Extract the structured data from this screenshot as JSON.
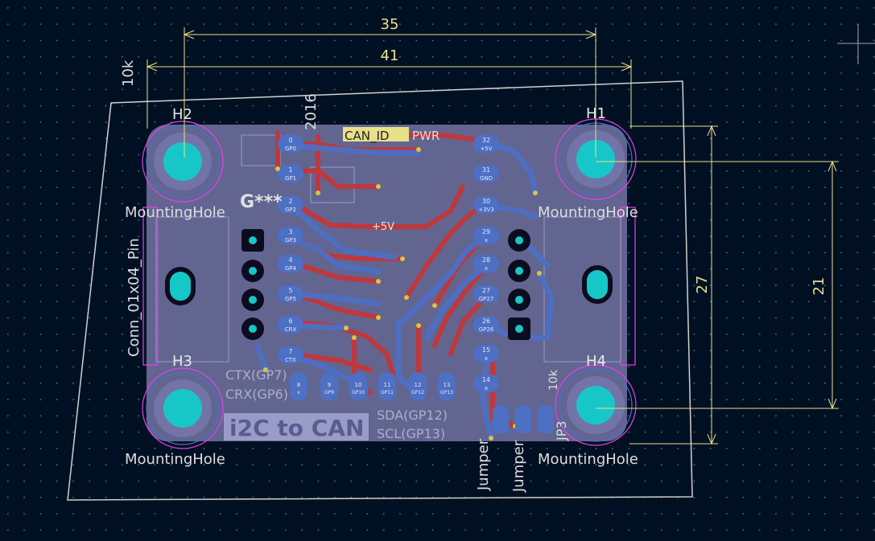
{
  "dimensions": {
    "top_inner": "35",
    "top_outer": "41",
    "right_outer": "27",
    "right_inner": "21"
  },
  "refdes": {
    "h1": "H1",
    "h2": "H2",
    "h3": "H3",
    "h4": "H4"
  },
  "footprint_values": {
    "mh_left_top": "MountingHole",
    "mh_right_top": "MountingHole",
    "mh_left_bottom": "MountingHole",
    "mh_right_bottom": "MountingHole",
    "connector": "Conn_01x04_Pin",
    "resistor_10k": "10k",
    "resistor_10k_b": "10k",
    "year": "2016",
    "jumper_a": "Jumper",
    "jumper_b": "Jumper",
    "jp": "JP3",
    "logo": "G***"
  },
  "silkscreen": {
    "title": "i2C to CAN",
    "top_label": "CAN_ID",
    "pwr_label": "PWR",
    "plus5v": "+5V",
    "ctx": "CTX(GP7)",
    "crx": "CRX(GP6)",
    "sda": "SDA(GP12)",
    "scl": "SCL(GP13)"
  },
  "pins_left": [
    {
      "num": "0",
      "name": "GP0"
    },
    {
      "num": "1",
      "name": "GP1"
    },
    {
      "num": "2",
      "name": "GP2"
    },
    {
      "num": "3",
      "name": "GP3"
    },
    {
      "num": "4",
      "name": "GP4"
    },
    {
      "num": "5",
      "name": "GP5"
    },
    {
      "num": "6",
      "name": "CRX"
    },
    {
      "num": "7",
      "name": "CTX"
    }
  ],
  "pins_right": [
    {
      "num": "32",
      "name": "+5V"
    },
    {
      "num": "31",
      "name": "GND"
    },
    {
      "num": "30",
      "name": "+3V3"
    },
    {
      "num": "29",
      "name": "x"
    },
    {
      "num": "28",
      "name": "x"
    },
    {
      "num": "27",
      "name": "GP27"
    },
    {
      "num": "26",
      "name": "GP26"
    },
    {
      "num": "15",
      "name": "x"
    },
    {
      "num": "14",
      "name": "x"
    }
  ],
  "pins_bottom": [
    {
      "num": "8",
      "name": "x"
    },
    {
      "num": "9",
      "name": "GP9"
    },
    {
      "num": "10",
      "name": "GP10"
    },
    {
      "num": "11",
      "name": "GP11"
    },
    {
      "num": "12",
      "name": "GP12"
    },
    {
      "num": "13",
      "name": "GP13"
    }
  ],
  "colors": {
    "background": "#001023",
    "grid_dot": "#5d6b80",
    "dimension": "#e8e08a",
    "copper_front": "#c83434",
    "copper_back": "#4d6fc4",
    "pad": "#17c7c7",
    "silk": "#d8d8d8",
    "board_fill": "#6a6c9a",
    "outline": "#d0d0d0",
    "courtyard": "#e442e4"
  }
}
